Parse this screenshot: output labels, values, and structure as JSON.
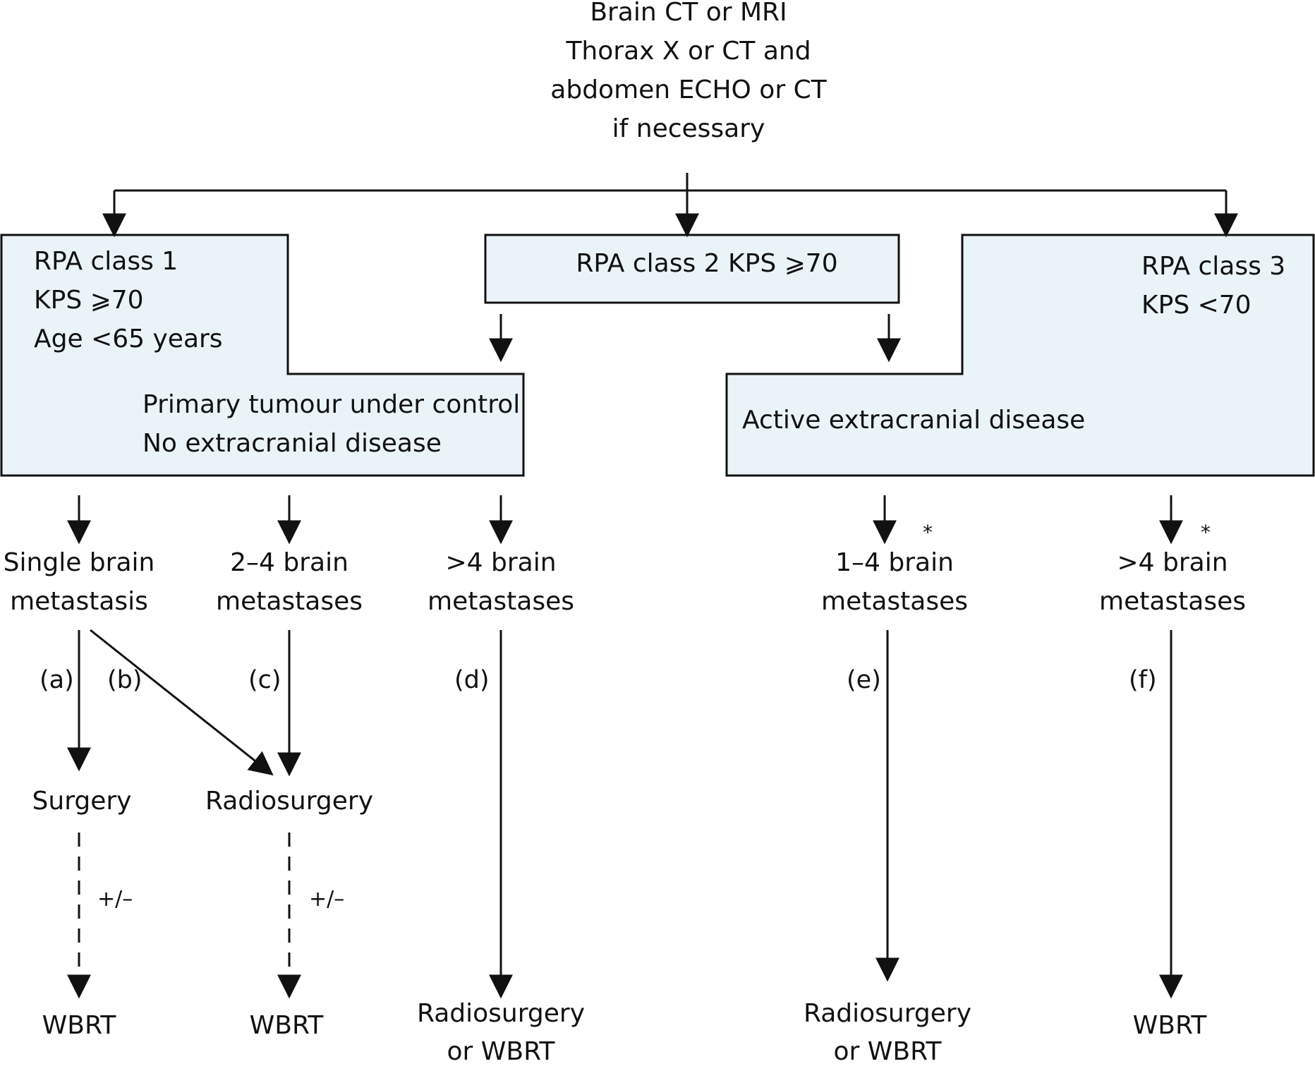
{
  "colors": {
    "box_fill": "#eaf4f8",
    "stroke": "#111111"
  },
  "top": {
    "lines": [
      "Brain CT or MRI",
      "Thorax X or CT and",
      "abdomen ECHO or CT",
      "if necessary"
    ]
  },
  "boxes": {
    "rpa1": {
      "lines": [
        "RPA class 1",
        "KPS ⩾70",
        "Age <65 years"
      ]
    },
    "rpa1_sub": {
      "lines": [
        "Primary tumour under control",
        "No extracranial disease"
      ]
    },
    "rpa2": {
      "text": "RPA class 2 KPS ⩾70"
    },
    "rpa3": {
      "lines": [
        "RPA class 3",
        "KPS <70"
      ]
    },
    "rpa3_sub": {
      "text": "Active extracranial disease"
    }
  },
  "categories": {
    "single": [
      "Single brain",
      "metastasis"
    ],
    "two_four": [
      "2–4 brain",
      "metastases"
    ],
    "gt4_a": [
      ">4 brain",
      "metastases"
    ],
    "one_four": [
      "1–4 brain",
      "metastases"
    ],
    "gt4_b": [
      ">4 brain",
      "metastases"
    ]
  },
  "asterisk": "*",
  "paths": {
    "a": "(a)",
    "b": "(b)",
    "c": "(c)",
    "d": "(d)",
    "e": "(e)",
    "f": "(f)"
  },
  "treatments": {
    "surgery": "Surgery",
    "radiosurgery": "Radiosurgery",
    "plusminus": "+/–",
    "wbrt": "WBRT",
    "rs_or_wbrt": [
      "Radiosurgery",
      "or WBRT"
    ]
  }
}
